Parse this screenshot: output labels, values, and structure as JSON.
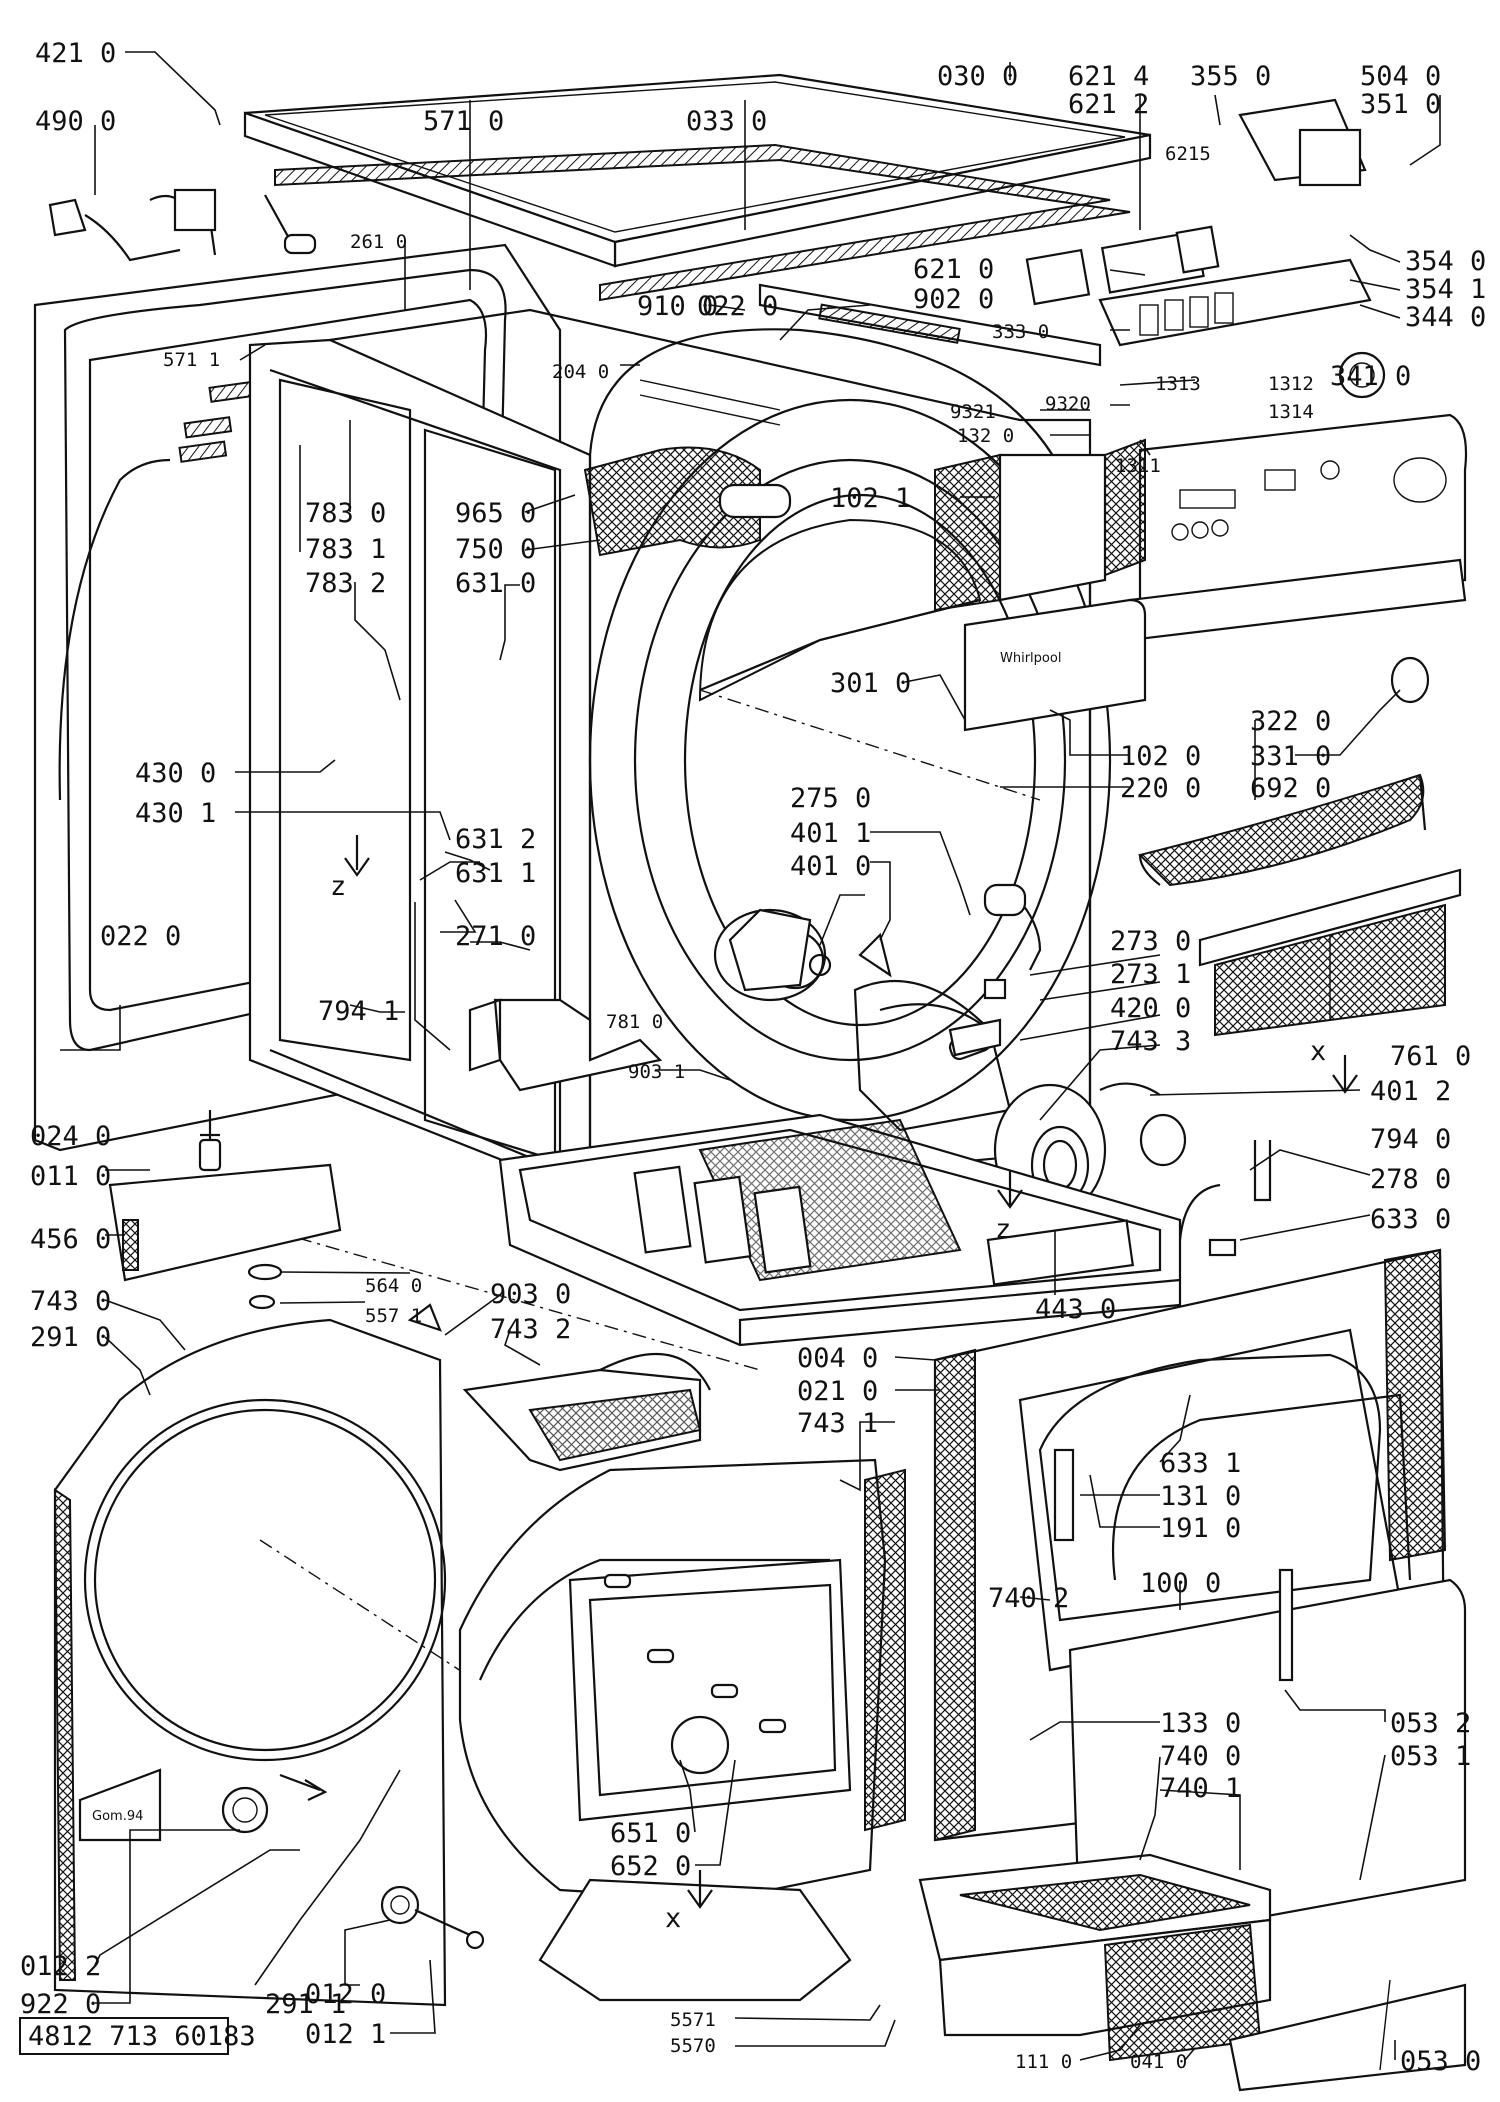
{
  "document_code": "4812 713 60183",
  "panel_text": {
    "brand": "Whirlpool",
    "side_mark": "Gom.94"
  },
  "labels": [
    {
      "id": "p4210",
      "text": "421 0"
    },
    {
      "id": "p4900",
      "text": "490 0"
    },
    {
      "id": "p5710",
      "text": "571 0"
    },
    {
      "id": "p0300",
      "text": "030 0"
    },
    {
      "id": "p0330",
      "text": "033 0"
    },
    {
      "id": "p6214",
      "text": "621 4"
    },
    {
      "id": "p6212",
      "text": "621 2"
    },
    {
      "id": "p6215",
      "text": "6215"
    },
    {
      "id": "p3550",
      "text": "355 0"
    },
    {
      "id": "p5040",
      "text": "504 0"
    },
    {
      "id": "p3510",
      "text": "351 0"
    },
    {
      "id": "p2610",
      "text": "261 0"
    },
    {
      "id": "p3540",
      "text": "354 0"
    },
    {
      "id": "p3541",
      "text": "354 1"
    },
    {
      "id": "p3440",
      "text": "344 0"
    },
    {
      "id": "p5711",
      "text": "571 1"
    },
    {
      "id": "p9100",
      "text": "910 0"
    },
    {
      "id": "p0220a",
      "text": "022 0"
    },
    {
      "id": "p6210",
      "text": "621 0"
    },
    {
      "id": "p9020",
      "text": "902 0"
    },
    {
      "id": "p3330",
      "text": "333 0"
    },
    {
      "id": "p3410",
      "text": "341 0"
    },
    {
      "id": "p2040",
      "text": "204 0"
    },
    {
      "id": "p1313",
      "text": "1313"
    },
    {
      "id": "p1312",
      "text": "1312"
    },
    {
      "id": "p9320",
      "text": "9320"
    },
    {
      "id": "p1314",
      "text": "1314"
    },
    {
      "id": "p9321",
      "text": "9321"
    },
    {
      "id": "p1320",
      "text": "132 0"
    },
    {
      "id": "p1311",
      "text": "1311"
    },
    {
      "id": "p7830",
      "text": "783 0"
    },
    {
      "id": "p9650",
      "text": "965 0"
    },
    {
      "id": "p1021",
      "text": "102 1"
    },
    {
      "id": "p7831",
      "text": "783 1"
    },
    {
      "id": "p7500",
      "text": "750 0"
    },
    {
      "id": "p7832",
      "text": "783 2"
    },
    {
      "id": "p6310",
      "text": "631 0"
    },
    {
      "id": "p3010",
      "text": "301 0"
    },
    {
      "id": "p3220",
      "text": "322 0"
    },
    {
      "id": "p3310",
      "text": "331 0"
    },
    {
      "id": "p1020",
      "text": "102 0"
    },
    {
      "id": "p4300",
      "text": "430 0"
    },
    {
      "id": "p2200",
      "text": "220 0"
    },
    {
      "id": "p6920",
      "text": "692 0"
    },
    {
      "id": "p4301",
      "text": "430 1"
    },
    {
      "id": "p2750",
      "text": "275 0"
    },
    {
      "id": "p6312",
      "text": "631 2"
    },
    {
      "id": "p4011",
      "text": "401 1"
    },
    {
      "id": "p6311",
      "text": "631 1"
    },
    {
      "id": "p4010",
      "text": "401 0"
    },
    {
      "id": "z1",
      "text": "z"
    },
    {
      "id": "p0220b",
      "text": "022 0"
    },
    {
      "id": "p2710",
      "text": "271 0"
    },
    {
      "id": "p2730",
      "text": "273 0"
    },
    {
      "id": "p2731",
      "text": "273 1"
    },
    {
      "id": "p7941",
      "text": "794 1"
    },
    {
      "id": "p7810",
      "text": "781 0"
    },
    {
      "id": "p4200",
      "text": "420 0"
    },
    {
      "id": "p7433",
      "text": "743 3"
    },
    {
      "id": "p9031",
      "text": "903 1"
    },
    {
      "id": "x1",
      "text": "x"
    },
    {
      "id": "p7610",
      "text": "761 0"
    },
    {
      "id": "p4012",
      "text": "401 2"
    },
    {
      "id": "p0240",
      "text": "024 0"
    },
    {
      "id": "p7940",
      "text": "794 0"
    },
    {
      "id": "p0110",
      "text": "011 0"
    },
    {
      "id": "p2780",
      "text": "278 0"
    },
    {
      "id": "z2",
      "text": "z"
    },
    {
      "id": "p6330",
      "text": "633 0"
    },
    {
      "id": "p4560",
      "text": "456 0"
    },
    {
      "id": "p5640",
      "text": "564 0"
    },
    {
      "id": "p9030",
      "text": "903 0"
    },
    {
      "id": "p4430",
      "text": "443 0"
    },
    {
      "id": "p7430",
      "text": "743 0"
    },
    {
      "id": "p5571b",
      "text": "557 1"
    },
    {
      "id": "p7432",
      "text": "743 2"
    },
    {
      "id": "p2910",
      "text": "291 0"
    },
    {
      "id": "p0040",
      "text": "004 0"
    },
    {
      "id": "p0210",
      "text": "021 0"
    },
    {
      "id": "p7431",
      "text": "743 1"
    },
    {
      "id": "p6331",
      "text": "633 1"
    },
    {
      "id": "p1310",
      "text": "131 0"
    },
    {
      "id": "p1910",
      "text": "191 0"
    },
    {
      "id": "p1000",
      "text": "100 0"
    },
    {
      "id": "p7402",
      "text": "740 2"
    },
    {
      "id": "p1330",
      "text": "133 0"
    },
    {
      "id": "p0532",
      "text": "053 2"
    },
    {
      "id": "p7400",
      "text": "740 0"
    },
    {
      "id": "p0531",
      "text": "053 1"
    },
    {
      "id": "p7401",
      "text": "740 1"
    },
    {
      "id": "p6510",
      "text": "651 0"
    },
    {
      "id": "p6520",
      "text": "652 0"
    },
    {
      "id": "x2",
      "text": "x"
    },
    {
      "id": "p0122",
      "text": "012 2"
    },
    {
      "id": "p9220",
      "text": "922 0"
    },
    {
      "id": "p2911",
      "text": "291 1"
    },
    {
      "id": "p0120",
      "text": "012 0"
    },
    {
      "id": "p0121",
      "text": "012 1"
    },
    {
      "id": "p5571a",
      "text": "5571"
    },
    {
      "id": "p5570",
      "text": "5570"
    },
    {
      "id": "p1110",
      "text": "111 0"
    },
    {
      "id": "p0410",
      "text": "041 0"
    },
    {
      "id": "p0530",
      "text": "053 0"
    }
  ]
}
